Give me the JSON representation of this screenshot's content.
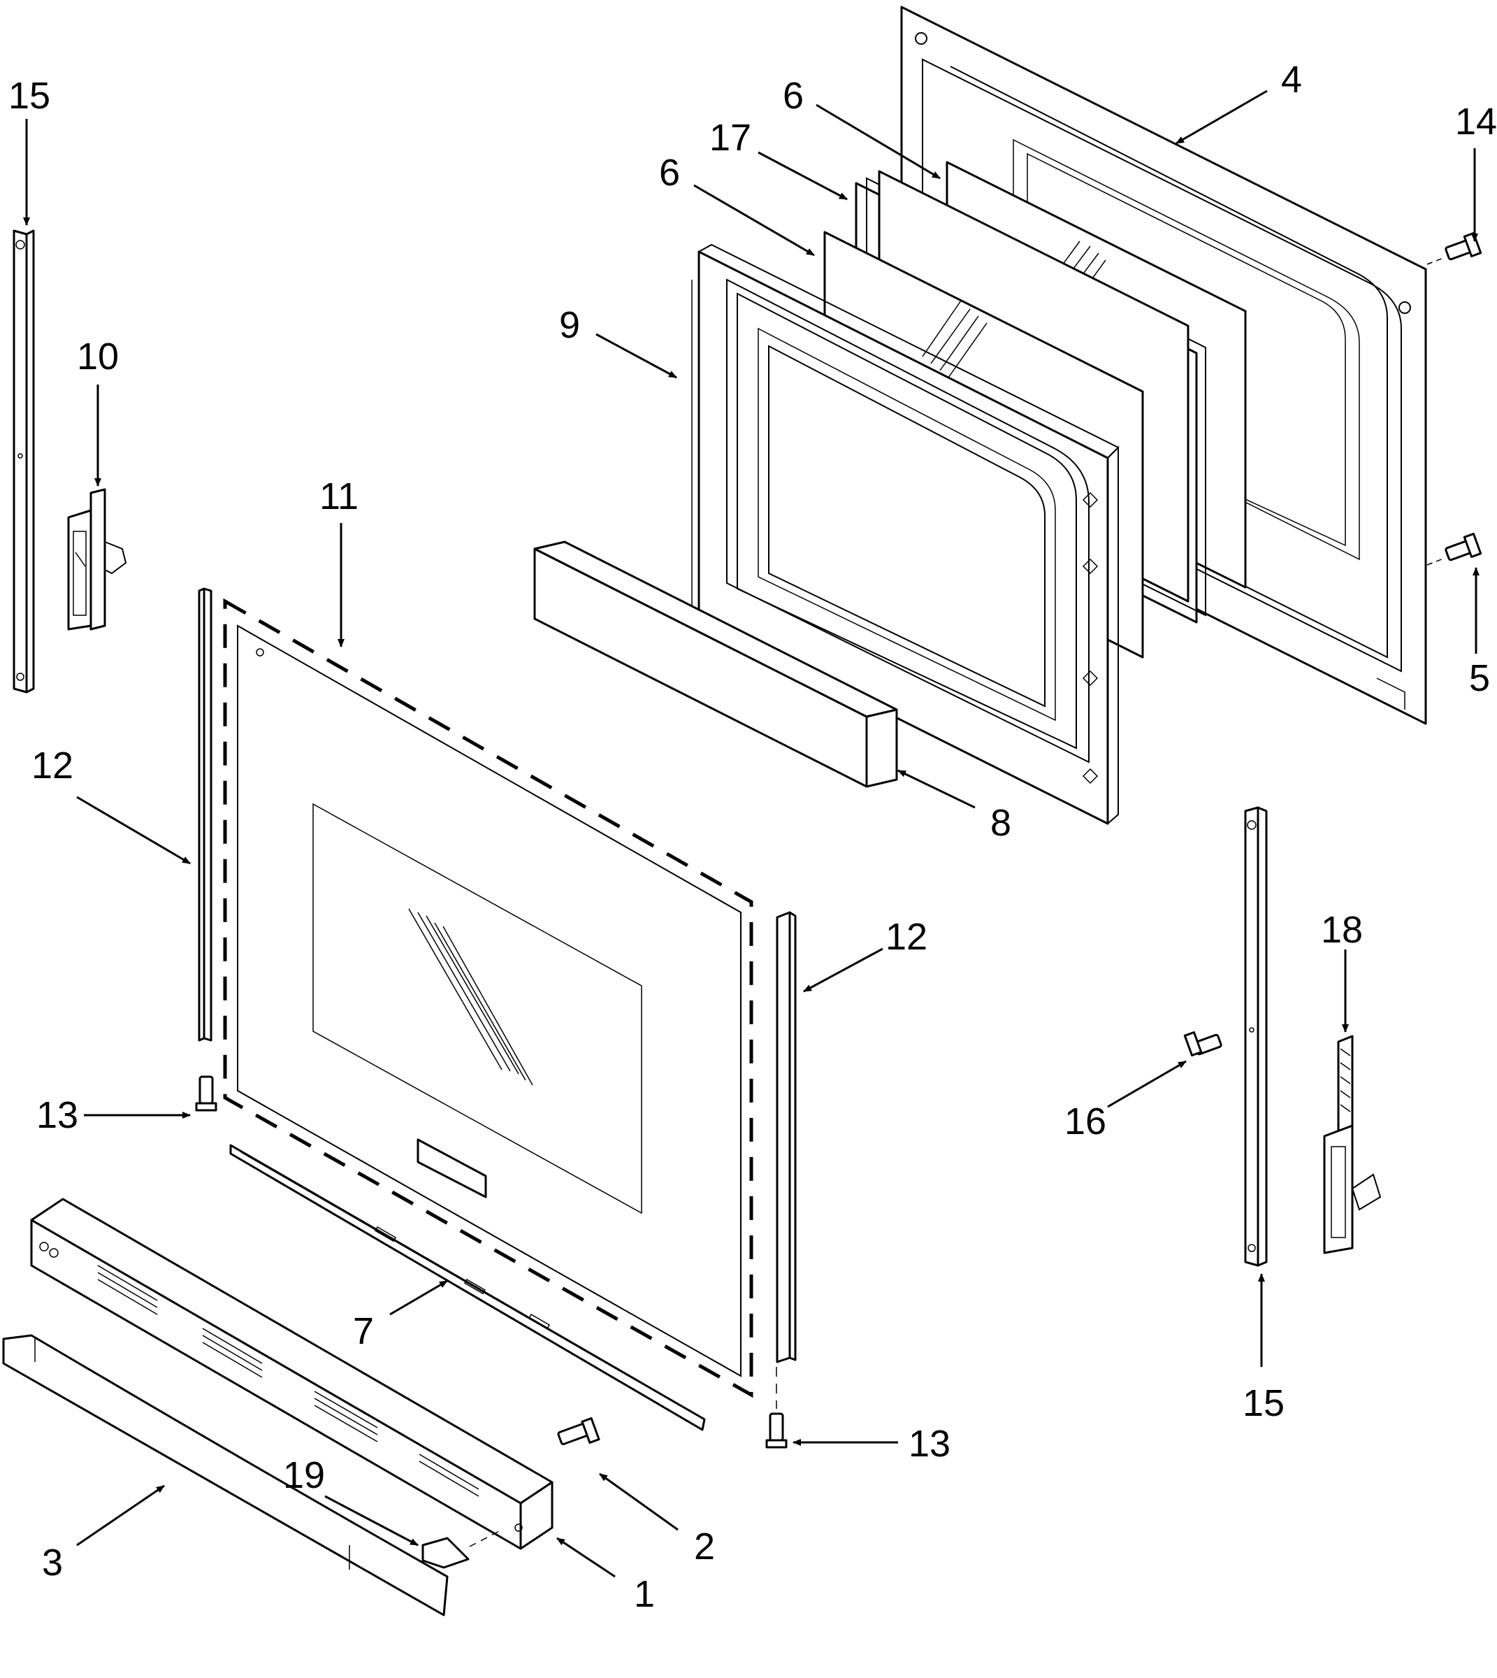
{
  "callouts": [
    {
      "id": "c15a",
      "text": "15"
    },
    {
      "id": "c10",
      "text": "10"
    },
    {
      "id": "c11",
      "text": "11"
    },
    {
      "id": "c12a",
      "text": "12"
    },
    {
      "id": "c13a",
      "text": "13"
    },
    {
      "id": "c9",
      "text": "9"
    },
    {
      "id": "c6a",
      "text": "6"
    },
    {
      "id": "c17",
      "text": "17"
    },
    {
      "id": "c6b",
      "text": "6"
    },
    {
      "id": "c4",
      "text": "4"
    },
    {
      "id": "c14",
      "text": "14"
    },
    {
      "id": "c5",
      "text": "5"
    },
    {
      "id": "c8",
      "text": "8"
    },
    {
      "id": "c12b",
      "text": "12"
    },
    {
      "id": "c18",
      "text": "18"
    },
    {
      "id": "c16",
      "text": "16"
    },
    {
      "id": "c15b",
      "text": "15"
    },
    {
      "id": "c13b",
      "text": "13"
    },
    {
      "id": "c7",
      "text": "7"
    },
    {
      "id": "c19",
      "text": "19"
    },
    {
      "id": "c2",
      "text": "2"
    },
    {
      "id": "c3",
      "text": "3"
    },
    {
      "id": "c1",
      "text": "1"
    }
  ]
}
